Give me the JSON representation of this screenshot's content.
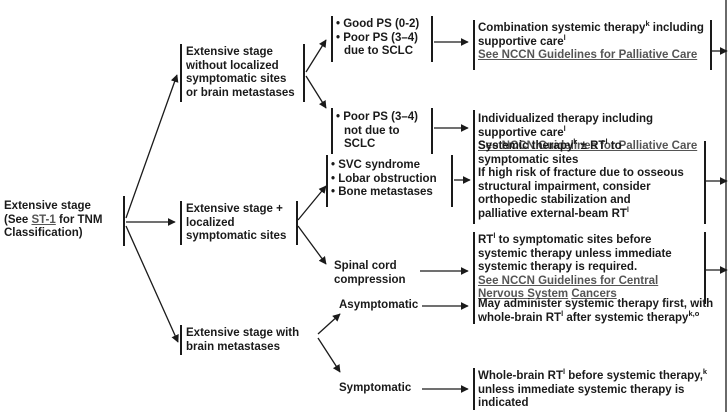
{
  "root": {
    "line1": "Extensive stage",
    "line2_pre": "(See ",
    "line2_link": "ST-1",
    "line2_post": " for TNM",
    "line3": "Classification)"
  },
  "branches": {
    "a": [
      "Extensive stage",
      "without localized",
      "symptomatic sites",
      "or brain metastases"
    ],
    "b": [
      "Extensive stage +",
      "localized",
      "symptomatic sites"
    ],
    "c": [
      "Extensive stage with",
      "brain metastases"
    ]
  },
  "conditions": {
    "a1": [
      "• Good PS (0-2)",
      "• Poor PS (3–4)",
      "due to SCLC"
    ],
    "a2": [
      "• Poor PS (3–4)",
      "not due to",
      "SCLC"
    ],
    "b1": [
      "• SVC syndrome",
      "• Lobar obstruction",
      "• Bone metastases"
    ],
    "b2": [
      "Spinal cord",
      "compression"
    ],
    "c1": "Asymptomatic",
    "c2": "Symptomatic"
  },
  "treatments": {
    "a1": {
      "l1": "Combination systemic therapy",
      "s1": "k",
      "l1b": " including",
      "l2": "supportive care",
      "s2": "l",
      "link": "See NCCN Guidelines for Palliative Care"
    },
    "a2": {
      "l1": "Individualized therapy including",
      "l2": "supportive care",
      "s2": "l",
      "link": "See NCCN Guidelines for Palliative Care"
    },
    "b1": {
      "l1a": "Systemic therapy",
      "s1a": "k",
      "l1b": " ± RT",
      "s1b": "l",
      "l1c": " to",
      "l2": "symptomatic sites",
      "l3": "If high risk of fracture due to osseous",
      "l4": "structural impairment, consider",
      "l5": "orthopedic stabilization and",
      "l6": "palliative external-beam RT",
      "s6": "l"
    },
    "b2": {
      "l1a": "RT",
      "s1": "l",
      "l1b": " to symptomatic sites before",
      "l2": "systemic therapy unless immediate",
      "l3": "systemic therapy is required.",
      "link1": "See NCCN Guidelines for Central",
      "link2a": "Nervous System",
      "link2b": "Cancers"
    },
    "c1": {
      "l1": "May administer systemic therapy first, with",
      "l2a": "whole-brain RT",
      "s2": "l",
      "l2b": " after systemic therapy",
      "s2b": "k,o"
    },
    "c2": {
      "l1a": "Whole-brain RT",
      "s1": "l",
      "l1b": " before systemic therapy,",
      "s1b": "k",
      "l2": "unless immediate systemic therapy is",
      "l3": "indicated"
    }
  }
}
